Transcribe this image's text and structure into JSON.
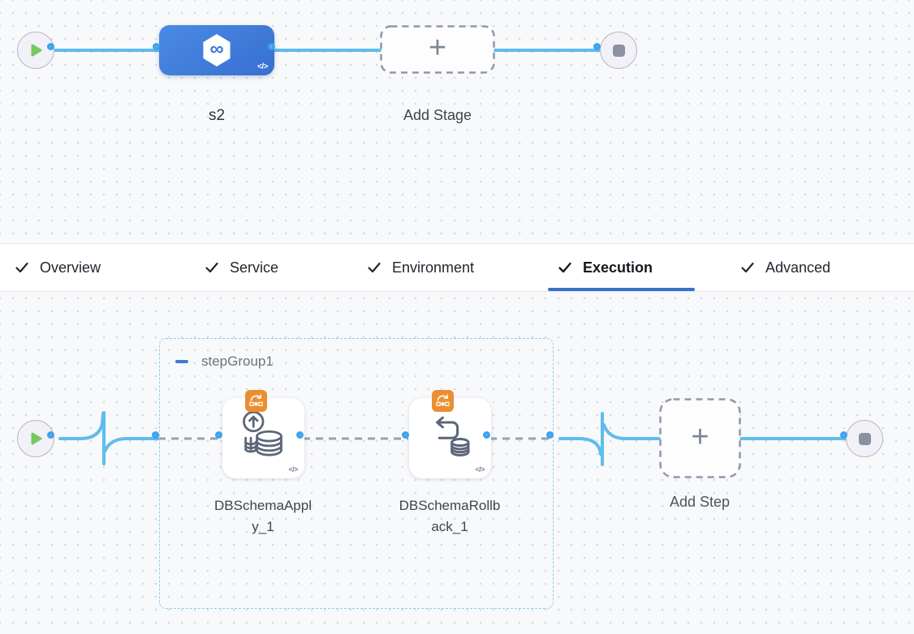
{
  "stage_pipeline": {
    "start_node": "pipeline-start",
    "stage": {
      "name": "s2",
      "icon_glyph": "∞",
      "code_icon": "</>"
    },
    "add_stage": {
      "label": "Add Stage",
      "plus": "+"
    },
    "end_node": "pipeline-end"
  },
  "tabs": [
    {
      "label": "Overview",
      "checked": true,
      "active": false
    },
    {
      "label": "Service",
      "checked": true,
      "active": false
    },
    {
      "label": "Environment",
      "checked": true,
      "active": false
    },
    {
      "label": "Execution",
      "checked": true,
      "active": true
    },
    {
      "label": "Advanced",
      "checked": true,
      "active": false
    }
  ],
  "execution": {
    "step_group": {
      "name": "stepGroup1"
    },
    "steps": [
      {
        "name": "DBSchemaApply_1",
        "badge": "aws-schema-badge",
        "code_icon": "</>"
      },
      {
        "name": "DBSchemaRollback_1",
        "badge": "aws-schema-badge",
        "code_icon": "</>"
      }
    ],
    "add_step": {
      "label": "Add Step",
      "plus": "+"
    }
  },
  "colors": {
    "connector_blue": "#5fbcee",
    "port_ring": "#3ea2ea",
    "stage_blue": "#3f7dd9",
    "dashed_gray": "#9aa0ac",
    "group_border": "#8bcdef",
    "badge_orange": "#eb8e31",
    "tab_underline": "#3a71c7",
    "play_green": "#76c95f",
    "stop_gray": "#8b91a3"
  }
}
